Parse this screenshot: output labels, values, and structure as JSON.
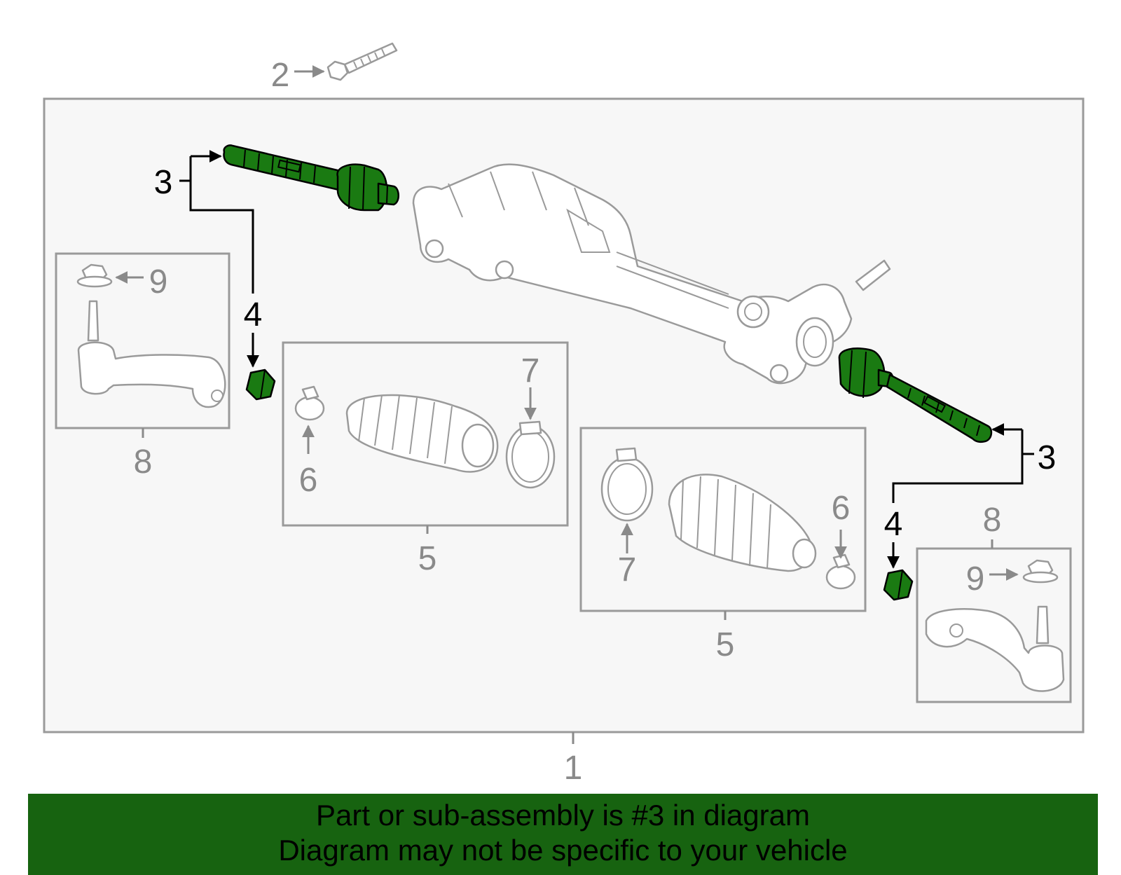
{
  "callouts": {
    "assembly": "1",
    "bolt": "2",
    "inner_tie_rod": "3",
    "jam_nut": "4",
    "boot_kit": "5",
    "inner_clamp": "6",
    "outer_clamp": "7",
    "outer_tie_rod": "8",
    "nut": "9"
  },
  "colors": {
    "highlight_part": "#1a7a12",
    "banner_bg": "#176310",
    "frame_fill": "#f7f7f7",
    "frame_stroke": "#9a9a9a",
    "callout_grey": "#8a8a8a"
  },
  "banner": {
    "line1": "Part or sub-assembly is #3 in diagram",
    "line2": "Diagram may not be specific to your vehicle"
  }
}
